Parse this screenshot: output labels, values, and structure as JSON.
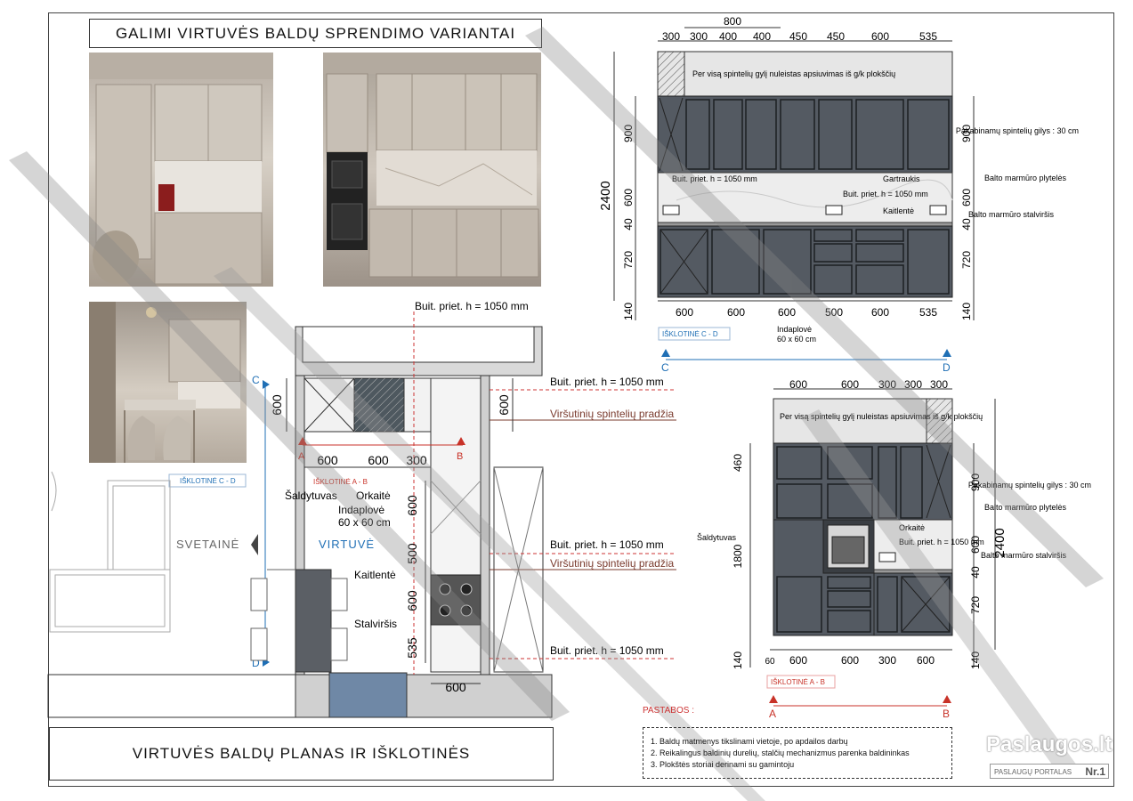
{
  "titles": {
    "top": "GALIMI VIRTUVĖS BALDŲ SPRENDIMO VARIANTAI",
    "bottom": "VIRTUVĖS BALDŲ PLANAS IR IŠKLOTINĖS"
  },
  "elevation_cd": {
    "top_dims": [
      "300",
      "400",
      "400",
      "450",
      "450",
      "600",
      "535"
    ],
    "top_overall": "800",
    "soffit_text": "Per visą spintelių gylį nuleistas apsiuvimas iš g/k plokščių",
    "left_heights": [
      "900",
      "600",
      "40",
      "720",
      "140"
    ],
    "right_heights": [
      "900",
      "600",
      "40",
      "720",
      "140"
    ],
    "total_height": "2400",
    "bottom_dims": [
      "600",
      "600",
      "600",
      "500",
      "600",
      "535"
    ],
    "built_in_1": "Buit. priet. h = 1050 mm",
    "built_in_2": "Buit. priet. h = 1050 mm",
    "hood": "Gartraukis",
    "hob": "Kaitlentė",
    "dishwasher": "Indaplovė",
    "dishwasher_size": "60 x 60 cm",
    "label": "IŠKLOTINĖ C - D",
    "marker_start": "C",
    "marker_end": "D",
    "notes": [
      "Pakabinamų spintelių gilys : 30 cm",
      "Balto marmūro plytelės",
      "Balto marmūro stalviršis"
    ]
  },
  "elevation_ab": {
    "top_dims": [
      "600",
      "600",
      "300",
      "300",
      "300"
    ],
    "soffit_text": "Per visą spintelių gylį nuleistas apsiuvimas iš g/k plokščių",
    "left_heights": [
      "460",
      "1800",
      "140"
    ],
    "right_heights": [
      "900",
      "600",
      "40",
      "720",
      "140"
    ],
    "total_height": "2400",
    "bottom_dims": [
      "60",
      "600",
      "600",
      "300",
      "600"
    ],
    "fridge": "Šaldytuvas",
    "oven": "Orkaitė",
    "built_in": "Buit. priet. h = 1050 mm",
    "label": "IŠKLOTINĖ A - B",
    "marker_start": "A",
    "marker_end": "B",
    "notes": [
      "Pakabinamų spintelių gilys : 30 cm",
      "Balto marmūro plytelės",
      "Balto marmūro stalviršis"
    ]
  },
  "plan": {
    "built_in_top": "Buit. priet. h = 1050 mm",
    "built_in_1": "Buit. priet. h = 1050 mm",
    "built_in_2": "Buit. priet. h = 1050 mm",
    "built_in_3": "Buit. priet. h = 1050 mm",
    "upper_start_1": "Viršutinių spintelių pradžia",
    "upper_start_2": "Viršutinių spintelių pradžia",
    "dims_ab": [
      "600",
      "600",
      "300"
    ],
    "dim_left": "600",
    "dim_right": "600",
    "dims_vertical": [
      "600",
      "500",
      "600",
      "535"
    ],
    "dim_bottom": "600",
    "fridge": "Šaldytuvas",
    "oven": "Orkaitė",
    "dishwasher": "Indaplovė",
    "dishwasher_size": "60 x 60 cm",
    "kitchen": "VIRTUVĖ",
    "living": "SVETAINĖ",
    "hob": "Kaitlentė",
    "countertop": "Stalviršis",
    "label_ab": "IŠKLOTINĖ A - B",
    "label_cd": "IŠKLOTINĖ C - D",
    "marker_a": "A",
    "marker_b": "B",
    "marker_c": "C",
    "marker_d": "D"
  },
  "notes": {
    "title": "PASTABOS :",
    "items": [
      "1.    Baldų matmenys tikslinami vietoje, po apdailos darbų",
      "2.    Reikalingus baldinių durelių, stalčių mechanizmus parenka baldininkas",
      "3.    Plokštės storiai derinami su gamintoju"
    ]
  },
  "badge": {
    "brand": "Paslaugos.lt",
    "sub": "PASLAUGŲ PORTALAS",
    "nr": "Nr.1"
  },
  "colors": {
    "cabinet": "#545a62",
    "cabinet_edge": "#222222",
    "marble": "#e9e9e9",
    "accent_blue": "#1f6fb5",
    "accent_red": "#c83228",
    "line_brown": "#7a3b2e"
  }
}
